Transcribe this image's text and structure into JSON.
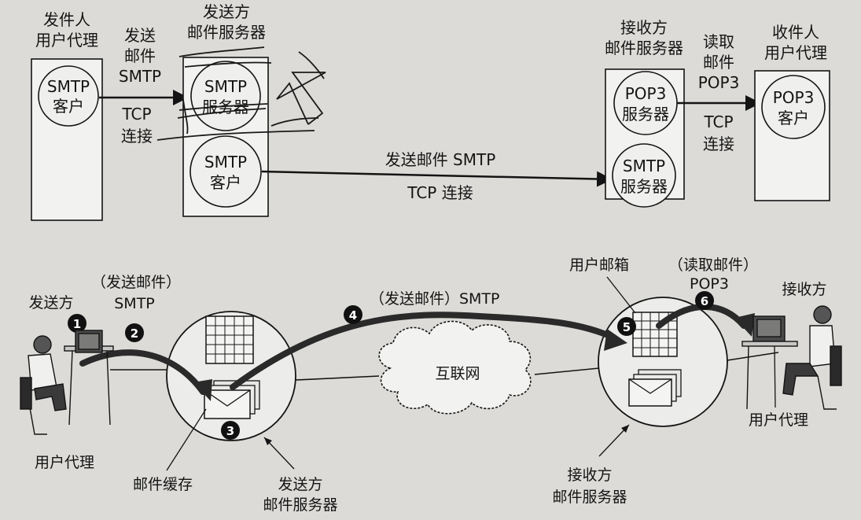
{
  "top": {
    "sender_ua_title": [
      "发件人",
      "用户代理"
    ],
    "sender_server_title": [
      "发送方",
      "邮件服务器"
    ],
    "receiver_server_title": [
      "接收方",
      "邮件服务器"
    ],
    "receiver_ua_title": [
      "收件人",
      "用户代理"
    ],
    "smtp_client": [
      "SMTP",
      "客户"
    ],
    "smtp_server": [
      "SMTP",
      "服务器"
    ],
    "pop3_server": [
      "POP3",
      "服务器"
    ],
    "pop3_client": [
      "POP3",
      "客户"
    ],
    "send_mail_left": [
      "发送",
      "邮件",
      "SMTP"
    ],
    "tcp_left": [
      "TCP",
      "连接"
    ],
    "send_mail_middle": "发送邮件 SMTP",
    "tcp_middle": "TCP 连接",
    "read_mail_right": [
      "读取",
      "邮件",
      "POP3"
    ],
    "tcp_right": [
      "TCP",
      "连接"
    ]
  },
  "bottom": {
    "sender_label": "发送方",
    "sender_ua_label": "用户代理",
    "step2_label": [
      "（发送邮件）",
      "SMTP"
    ],
    "step4_label": "（发送邮件）SMTP",
    "internet_label": "互联网",
    "mail_cache_label": "邮件缓存",
    "sender_server_label": [
      "发送方",
      "邮件服务器"
    ],
    "mailbox_label": "用户邮箱",
    "step6_label": [
      "（读取邮件）",
      "POP3"
    ],
    "receiver_label": "接收方",
    "receiver_ua_label": "用户代理",
    "receiver_server_label": [
      "接收方",
      "邮件服务器"
    ],
    "steps": [
      "1",
      "2",
      "3",
      "4",
      "5",
      "6"
    ]
  },
  "colors": {
    "ink": "#141414",
    "paper": "#dcdbd8",
    "box_fill": "#f4f4f2",
    "circle_fill": "#efefed"
  }
}
